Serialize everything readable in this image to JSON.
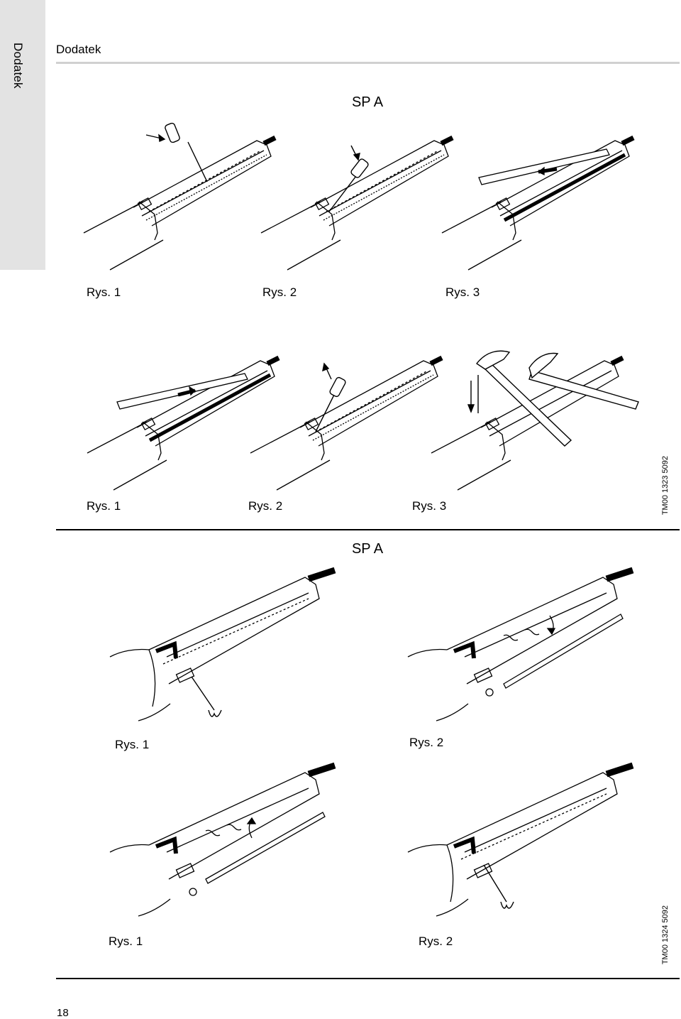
{
  "side_tab": {
    "label": "Dodatek"
  },
  "header": {
    "title": "Dodatek"
  },
  "section_top": {
    "title": "SP A",
    "row1_captions": [
      "Rys. 1",
      "Rys. 2",
      "Rys. 3"
    ],
    "row2_captions": [
      "Rys. 1",
      "Rys. 2",
      "Rys. 3"
    ],
    "code": "TM00 1323 5092"
  },
  "section_bottom": {
    "title": "SP A",
    "row1_captions": [
      "Rys. 1",
      "Rys. 2"
    ],
    "row2_captions": [
      "Rys. 1",
      "Rys. 2"
    ],
    "code": "TM00 1324 5092"
  },
  "footer": {
    "page_number": "18"
  },
  "figures": [
    {
      "tool": "screwdriver",
      "arrow": "in"
    },
    {
      "tool": "screwdriver",
      "arrow": "down"
    },
    {
      "tool": "strap",
      "arrow": "left"
    },
    {
      "tool": "strap",
      "arrow": "right"
    },
    {
      "tool": "screwdriver",
      "arrow": "out"
    },
    {
      "tool": "hammers",
      "arrow": "down"
    },
    {
      "tool": "fork-key",
      "arrow": "none"
    },
    {
      "tool": "rod",
      "arrow": "down"
    },
    {
      "tool": "rod",
      "arrow": "up"
    },
    {
      "tool": "fork-key",
      "arrow": "none"
    }
  ]
}
